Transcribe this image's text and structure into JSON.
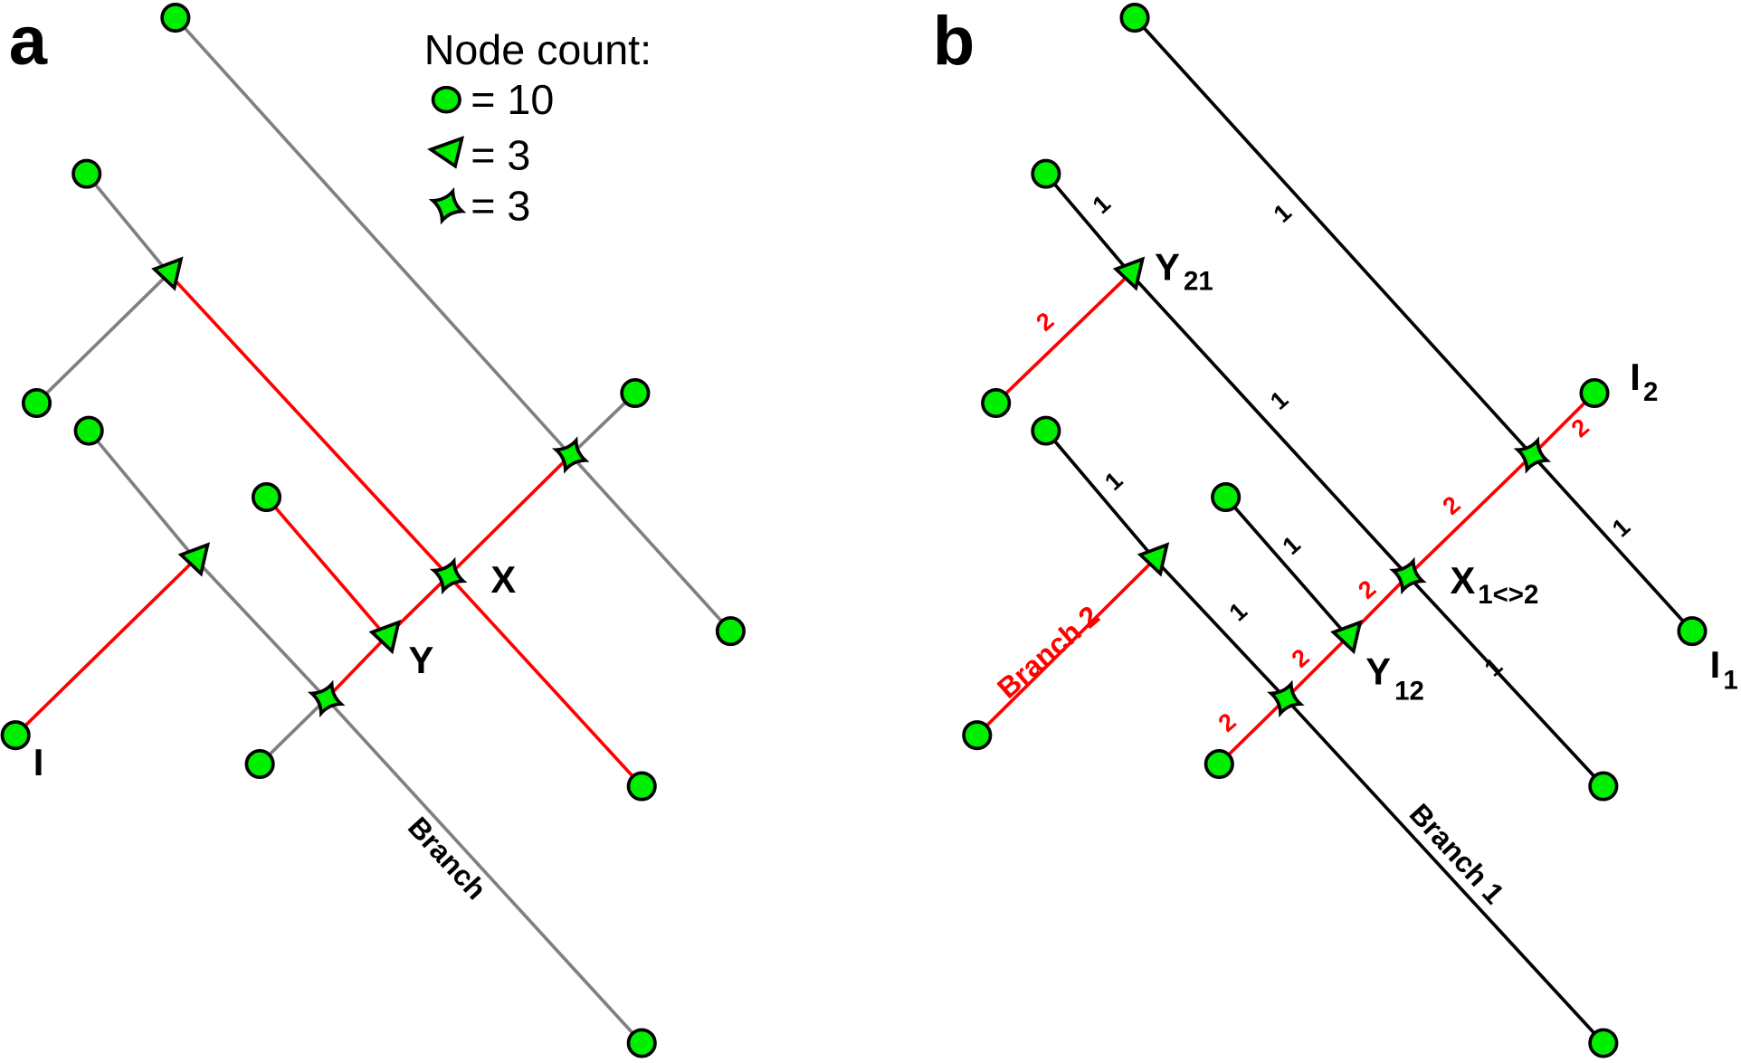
{
  "colors": {
    "node_fill": "#00ee00",
    "node_stroke": "#000000",
    "edge_default_a": "#808080",
    "edge_highlight": "#ff0000",
    "edge_default_b": "#000000",
    "label_default": "#000000",
    "label_highlight": "#ff0000"
  },
  "panel_a": {
    "letter": "a",
    "legend": {
      "title": "Node count:",
      "items": [
        {
          "icon": "circle-node-icon",
          "text": "= 10"
        },
        {
          "icon": "triangle-node-icon",
          "text": "= 3"
        },
        {
          "icon": "star-node-icon",
          "text": "= 3"
        }
      ]
    },
    "labels": {
      "I": "I",
      "X": "X",
      "Y": "Y",
      "branch": "Branch"
    }
  },
  "panel_b": {
    "letter": "b",
    "labels": {
      "Y21_main": "Y",
      "Y21_sub": "21",
      "Y12_main": "Y",
      "Y12_sub": "12",
      "X_main": "X",
      "X_sub": "1<>2",
      "I1_main": "I",
      "I1_sub": "1",
      "I2_main": "I",
      "I2_sub": "2",
      "branch1": "Branch 1",
      "branch2": "Branch 2"
    },
    "edge_weights": {
      "w1": "1",
      "w2": "2"
    }
  }
}
